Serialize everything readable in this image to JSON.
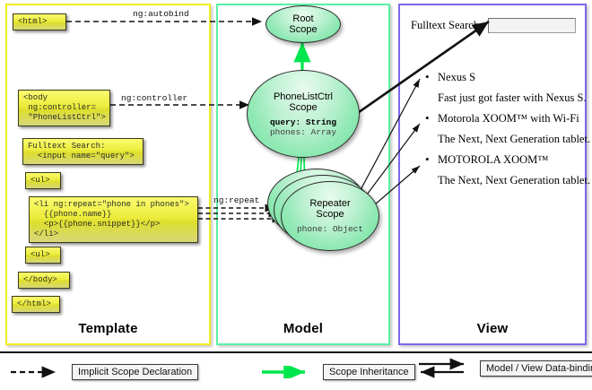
{
  "columns": {
    "template": {
      "label": "Template",
      "accent": "#f2ec1f"
    },
    "model": {
      "label": "Model",
      "accent": "#5bf0a5"
    },
    "view": {
      "label": "View",
      "accent": "#7b68ee"
    }
  },
  "template_boxes": {
    "html_open": "<html>",
    "body_open": "<body\n ng:controller=\n \"PhoneListCtrl\">",
    "search": "Fulltext Search:\n  <input name=\"query\">",
    "ul_open": "<ul>",
    "li_repeat": "<li ng:repeat=\"phone in phones\">\n  {{phone.name}}\n  <p>{{phone.snippet}}</p>\n</li>",
    "ul_close": "<ul>",
    "body_close": "</body>",
    "html_close": "</html>"
  },
  "edge_labels": {
    "autobind": "ng:autobind",
    "controller": "ng:controller",
    "repeat": "ng:repeat"
  },
  "scopes": {
    "root": {
      "title_line1": "Root",
      "title_line2": "Scope",
      "props": []
    },
    "ctrl": {
      "title_line1": "PhoneListCtrl",
      "title_line2": "Scope",
      "prop_query": "query: String",
      "prop_phones": "phones: Array"
    },
    "repeater": {
      "title_line1": "Repeater",
      "title_line2": "Scope",
      "prop_phone": "phone: Object"
    }
  },
  "view": {
    "search_label": "Fulltext Search:",
    "search_value": "",
    "search_placeholder": "",
    "phones": [
      {
        "name": "Nexus S",
        "snippet": "Fast just got faster with Nexus S."
      },
      {
        "name": "Motorola XOOM™  with Wi-Fi",
        "snippet": "The Next, Next Generation tablet."
      },
      {
        "name": "MOTOROLA XOOM™",
        "snippet": "The Next, Next Generation tablet."
      }
    ]
  },
  "legend": {
    "items": [
      {
        "icon": "dashed-arrow-icon",
        "label": "Implicit Scope Declaration",
        "color": "#111111"
      },
      {
        "icon": "green-arrow-icon",
        "label": "Scope Inheritance",
        "color": "#00e64d"
      },
      {
        "icon": "double-arrow-icon",
        "label": "Model / View Data-binding",
        "color": "#111111"
      }
    ]
  }
}
